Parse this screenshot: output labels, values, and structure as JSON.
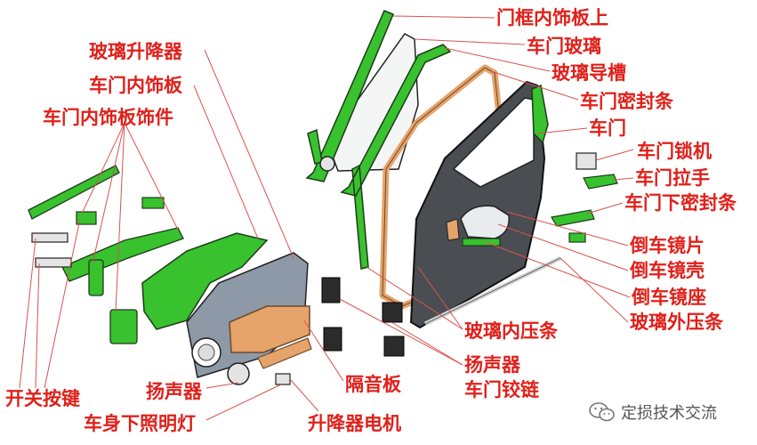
{
  "colors": {
    "label": "#e0201a",
    "leader": "#d9534f",
    "green": "#37c22e",
    "green_dark": "#1f7a1a",
    "tan": "#e6a36a",
    "panel_grey": "#8e99a8",
    "door_dark": "#4a4d52"
  },
  "labels": {
    "frame_trim_upper": "门框内饰板上",
    "door_glass": "车门玻璃",
    "glass_channel": "玻璃导槽",
    "door_seal": "车门密封条",
    "door": "车门",
    "door_lock": "车门锁机",
    "door_handle": "车门拉手",
    "door_lower_seal": "车门下密封条",
    "mirror_glass": "倒车镜片",
    "mirror_housing": "倒车镜壳",
    "mirror_base": "倒车镜座",
    "outer_glass_strip": "玻璃外压条",
    "window_regulator": "玻璃升降器",
    "door_trim_panel": "车门内饰板",
    "door_trim_parts": "车门内饰板饰件",
    "inner_glass_strip": "玻璃内压条",
    "speaker_right": "扬声器",
    "door_hinge": "车门铰链",
    "sound_insulation": "隔音板",
    "speaker_left": "扬声器",
    "switch_buttons": "开关按键",
    "courtesy_lamp": "车身下照明灯",
    "regulator_motor": "升降器电机"
  },
  "watermark": {
    "text": "定损技术交流",
    "icon": "wechat-icon"
  }
}
